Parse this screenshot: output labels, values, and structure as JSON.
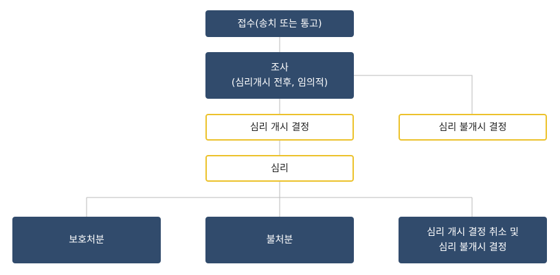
{
  "diagram": {
    "colors": {
      "dark_box": "#314b6c",
      "light_border": "#ecc22c",
      "connector": "#bbbbbb"
    },
    "nodes": {
      "receipt": {
        "label": "접수(송치 또는 통고)"
      },
      "investigation": {
        "line1": "조사",
        "line2": "(심리개시 전후, 임의적)"
      },
      "trial_start": {
        "label": "심리 개시 결정"
      },
      "no_trial": {
        "label": "심리 불개시 결정"
      },
      "trial": {
        "label": "심리"
      },
      "protective_disposition": {
        "label": "보호처분"
      },
      "no_disposition": {
        "label": "불처분"
      },
      "cancel": {
        "line1": "심리 개시 결정 취소 및",
        "line2": "심리 불개시 결정"
      }
    }
  }
}
